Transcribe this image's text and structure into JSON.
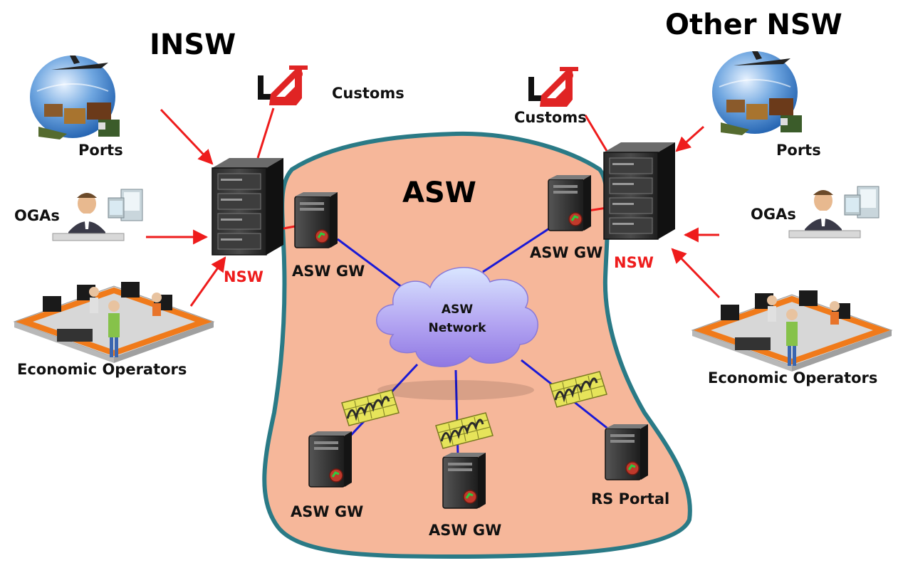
{
  "titles": {
    "left": "INSW",
    "right": "Other NSW",
    "center": "ASW"
  },
  "left": {
    "customs": "Customs",
    "ports": "Ports",
    "ogas": "OGAs",
    "nsw": "NSW",
    "economic_operators": "Economic Operators"
  },
  "right": {
    "customs": "Customs",
    "ports": "Ports",
    "ogas": "OGAs",
    "nsw": "NSW",
    "economic_operators": "Economic Operators"
  },
  "asw": {
    "network_line1": "ASW",
    "network_line2": "Network",
    "gw_top_left": "ASW GW",
    "gw_top_right": "ASW GW",
    "gw_bottom_left": "ASW GW",
    "gw_bottom_center": "ASW GW",
    "rs_portal": "RS Portal"
  },
  "colors": {
    "asw_area_fill": "#f6b79a",
    "asw_area_border": "#2a7a86",
    "arrow": "#ee1c1c",
    "link": "#1a1ad6",
    "label_red": "#ee1c1c",
    "firewall": "#e6e45a"
  },
  "icons": {
    "customs": "customs-officer-logo",
    "ports": "ports-globe-cargo-icon",
    "ogas": "ogas-officer-at-computer-icon",
    "operators": "economic-operators-office-icon",
    "server": "server-rack-icon",
    "gateway": "asw-gateway-server-icon",
    "cloud": "network-cloud-icon",
    "firewall": "firewall-brick-wall-icon"
  }
}
